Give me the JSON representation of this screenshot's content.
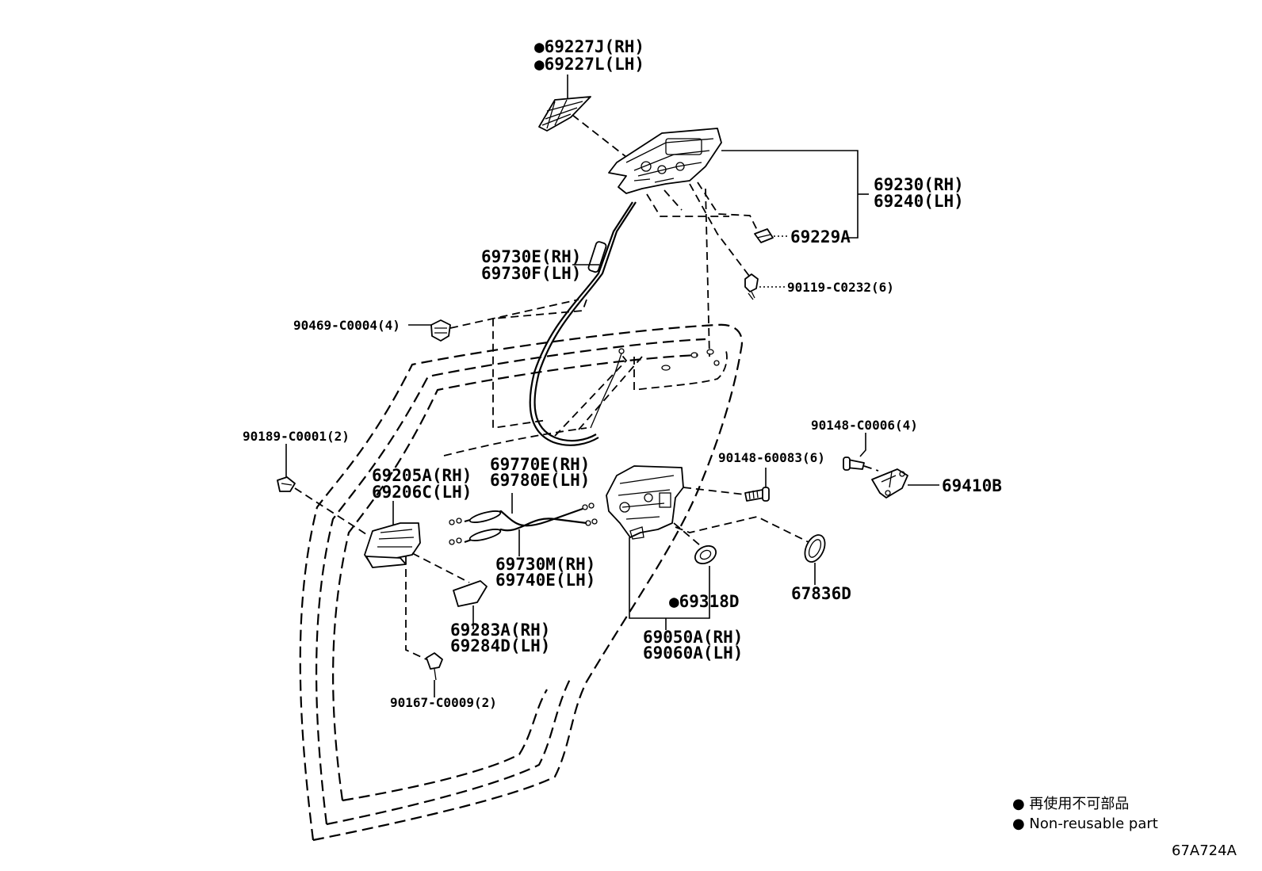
{
  "labels": {
    "p69227j": "●69227J(RH)",
    "p69227l": "●69227L(LH)",
    "p69230": "69230(RH)",
    "p69240": "69240(LH)",
    "p69229a": "69229A",
    "p69730e": "69730E(RH)",
    "p69730f": "69730F(LH)",
    "p90119": "90119-C0232(6)",
    "p90469": "90469-C0004(4)",
    "p90189": "90189-C0001(2)",
    "p90148_c0006": "90148-C0006(4)",
    "p90148_60083": "90148-60083(6)",
    "p69770e": "69770E(RH)",
    "p69780e": "69780E(LH)",
    "p69205a": "69205A(RH)",
    "p69206c": "69206C(LH)",
    "p69410b": "69410B",
    "p69730m": "69730M(RH)",
    "p69740e": "69740E(LH)",
    "p69318d": "●69318D",
    "p67836d": "67836D",
    "p69283a": "69283A(RH)",
    "p69284d": "69284D(LH)",
    "p69050a": "69050A(RH)",
    "p69060a": "69060A(LH)",
    "p90167": "90167-C0009(2)"
  },
  "legend": {
    "jp": "● 再使用不可部品",
    "en": "● Non-reusable part"
  },
  "figure_code": "67A724A"
}
